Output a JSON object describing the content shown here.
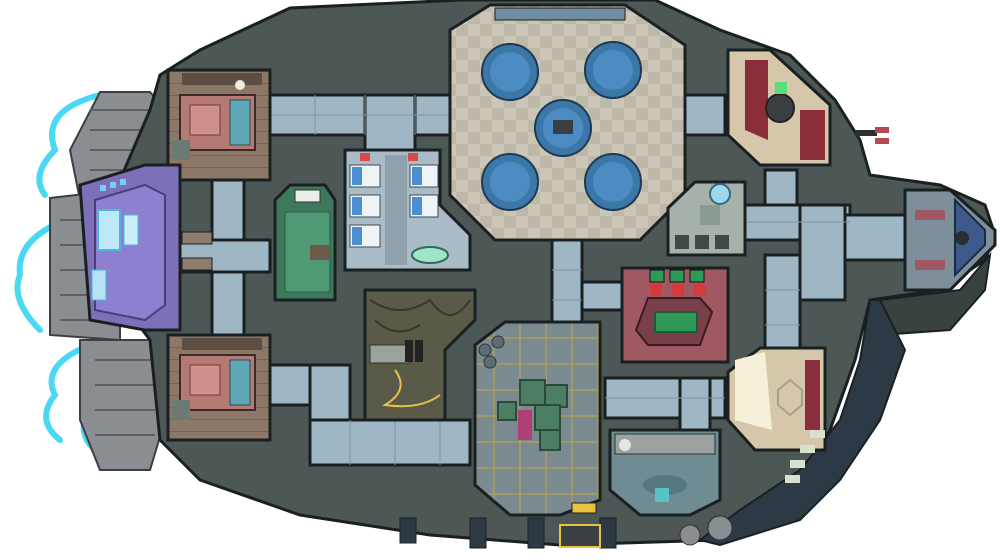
{
  "map": {
    "colors": {
      "hull": "#4c5756",
      "hull_dark": "#394241",
      "thruster": "#8a8e93",
      "flame": "#4ad8f5",
      "hallway": "#9fb7c4",
      "cafeteria_floor": "#c9c4b5",
      "table": "#3f7fae",
      "reactor": "#7d6fb8",
      "medbay": "#a9bcc8",
      "electrical": "#5a5a48",
      "storage": "#7d8c92",
      "admin": "#a05863",
      "admin_table": "#2f9a58",
      "shields": "#cfc6b0",
      "navigation": "#7d8f9b",
      "weapons": "#d6c7ab",
      "security": "#3d7a5d",
      "oxygen": "#a6b2a9",
      "communications": "#6f8c93",
      "engine": "#8b7868"
    },
    "rooms": [
      {
        "id": "upper-engine",
        "icon": "engine-icon"
      },
      {
        "id": "reactor",
        "icon": "reactor-icon"
      },
      {
        "id": "lower-engine",
        "icon": "engine-icon"
      },
      {
        "id": "security",
        "icon": "camera-icon"
      },
      {
        "id": "medbay",
        "icon": "medbay-icon"
      },
      {
        "id": "electrical",
        "icon": "electrical-icon"
      },
      {
        "id": "cafeteria",
        "icon": "cafeteria-icon"
      },
      {
        "id": "storage",
        "icon": "crate-icon"
      },
      {
        "id": "admin",
        "icon": "admin-table-icon"
      },
      {
        "id": "weapons",
        "icon": "weapons-icon"
      },
      {
        "id": "oxygen",
        "icon": "oxygen-icon"
      },
      {
        "id": "navigation",
        "icon": "navigation-icon"
      },
      {
        "id": "shields",
        "icon": "shields-icon"
      },
      {
        "id": "communications",
        "icon": "communications-icon"
      }
    ]
  }
}
